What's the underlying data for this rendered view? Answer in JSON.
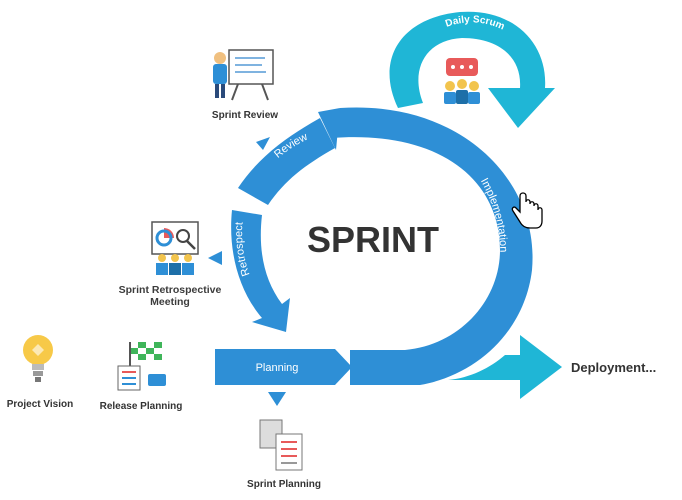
{
  "title": "SPRINT",
  "cycle": {
    "review": "Review",
    "implementation": "Implementation",
    "retrospect": "Retrospect",
    "planning": "Planning"
  },
  "daily_scrum": "Daily Scrum",
  "deployment": "Deployment...",
  "icons": {
    "sprint_review": "Sprint Review",
    "sprint_retrospective": "Sprint Retrospective Meeting",
    "project_vision": "Project Vision",
    "release_planning": "Release Planning",
    "sprint_planning": "Sprint Planning"
  },
  "colors": {
    "primary_blue": "#2e8fd6",
    "cyan": "#1fb6d6",
    "text_dark": "#333333"
  }
}
